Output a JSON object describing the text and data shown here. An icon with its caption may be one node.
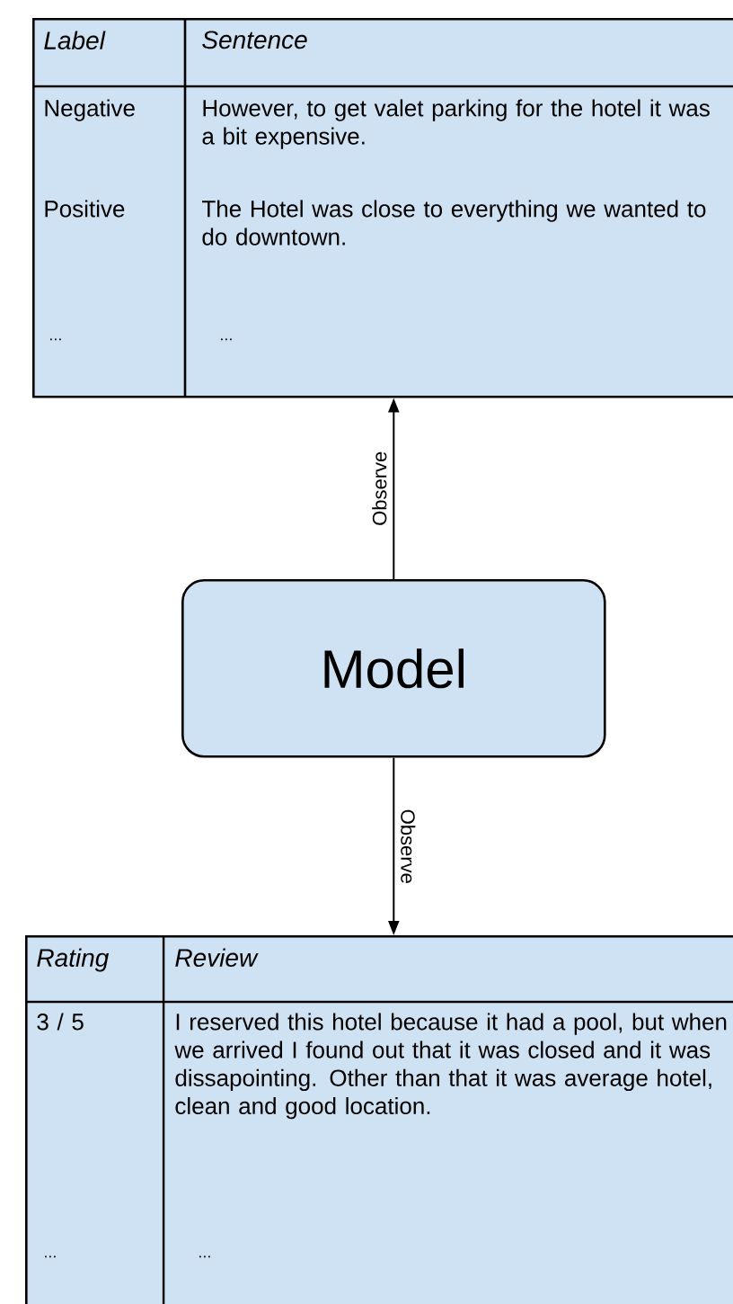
{
  "diagram": {
    "nodes": [
      {
        "text": [
          "Label",
          "Sentence",
          "Negative",
          "However, to get valet parking for the hotel it was a bit expensive.",
          "Positive",
          "The Hotel was close to everything we wanted to do downtown.",
          "...",
          "..."
        ]
      },
      {
        "text": [
          "Model"
        ]
      },
      {
        "text": [
          "Rating",
          "Review",
          "3 / 5",
          "I reserved this hotel because it had a pool, but when we arrived I found out that it was closed and it was dissapointing. Other than that it was average hotel, clean and good location.",
          "...",
          "..."
        ]
      }
    ],
    "edges": [
      {
        "from": 1,
        "to": 0,
        "arrow": "to",
        "label": "Observe"
      },
      {
        "from": 1,
        "to": 2,
        "arrow": "to",
        "label": "Observe"
      }
    ]
  }
}
